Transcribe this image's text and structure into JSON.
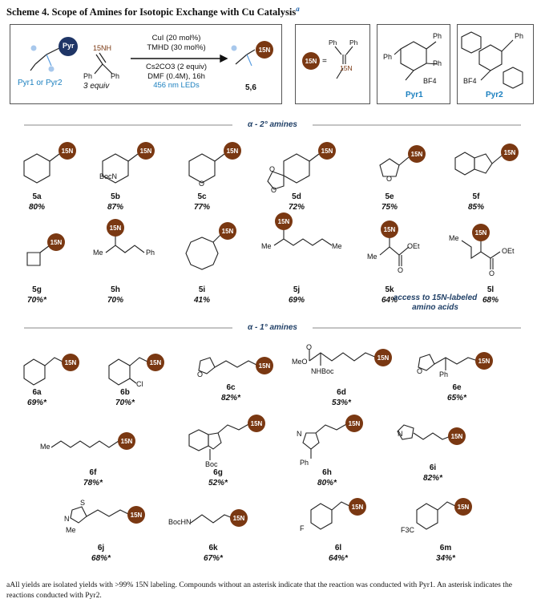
{
  "title": "Scheme 4. Scope of Amines for Isotopic Exchange with Cu Catalysis",
  "title_sup": "a",
  "colors": {
    "label_n": "#7a3812",
    "accent_blue": "#1a7fbf",
    "section": "#1f3f66",
    "pyr_dark": "#1f3566"
  },
  "scheme": {
    "pyr_label": "Pyr",
    "substrate_label": "Pyr1 or Pyr2",
    "imine_label": "15NH",
    "imine_ph_left": "Ph",
    "imine_ph_right": "Ph",
    "equiv": "3 equiv",
    "cond1": "CuI (20 mol%)",
    "cond2": "TMHD (30 mol%)",
    "cond3": "Cs2CO3 (2 equiv)",
    "cond4": "DMF (0.4M), 16h",
    "cond5": "456 nm LEDs",
    "product_label": "5,6",
    "legend_n": "15N",
    "legend_ph1": "Ph",
    "legend_ph2": "Ph",
    "legend_n15": "15N",
    "pyr1_name": "Pyr1",
    "pyr2_name": "Pyr2",
    "bf4": "BF4",
    "ph": "Ph"
  },
  "sections": {
    "secondary": "α - 2° amines",
    "primary": "α - 1° amines"
  },
  "access_note": "access to 15N-labeled amino acids",
  "compounds": [
    {
      "id": "5a",
      "yield": "80%"
    },
    {
      "id": "5b",
      "yield": "87%"
    },
    {
      "id": "5c",
      "yield": "77%"
    },
    {
      "id": "5d",
      "yield": "72%"
    },
    {
      "id": "5e",
      "yield": "75%"
    },
    {
      "id": "5f",
      "yield": "85%"
    },
    {
      "id": "5g",
      "yield": "70%*"
    },
    {
      "id": "5h",
      "yield": "70%"
    },
    {
      "id": "5i",
      "yield": "41%"
    },
    {
      "id": "5j",
      "yield": "69%"
    },
    {
      "id": "5k",
      "yield": "64%"
    },
    {
      "id": "5l",
      "yield": "68%"
    },
    {
      "id": "6a",
      "yield": "69%*"
    },
    {
      "id": "6b",
      "yield": "70%*"
    },
    {
      "id": "6c",
      "yield": "82%*"
    },
    {
      "id": "6d",
      "yield": "53%*"
    },
    {
      "id": "6e",
      "yield": "65%*"
    },
    {
      "id": "6f",
      "yield": "78%*"
    },
    {
      "id": "6g",
      "yield": "52%*"
    },
    {
      "id": "6h",
      "yield": "80%*"
    },
    {
      "id": "6i",
      "yield": "82%*"
    },
    {
      "id": "6j",
      "yield": "68%*"
    },
    {
      "id": "6k",
      "yield": "67%*"
    },
    {
      "id": "6l",
      "yield": "64%*"
    },
    {
      "id": "6m",
      "yield": "34%*"
    }
  ],
  "struct_labels": {
    "boc_n": "BocN",
    "o": "O",
    "me": "Me",
    "ph": "Ph",
    "et_ester": "OEt",
    "cl": "Cl",
    "meo": "MeO",
    "nhboc": "NHBoc",
    "boc": "Boc",
    "n": "N",
    "s": "S",
    "bochn": "BocHN",
    "f": "F",
    "f3c": "F3C"
  },
  "footnote": "aAll yields are isolated yields with >99% 15N labeling. Compounds without an asterisk indicate that the reaction was conducted with Pyr1. An asterisk indicates the reactions conducted with Pyr2."
}
